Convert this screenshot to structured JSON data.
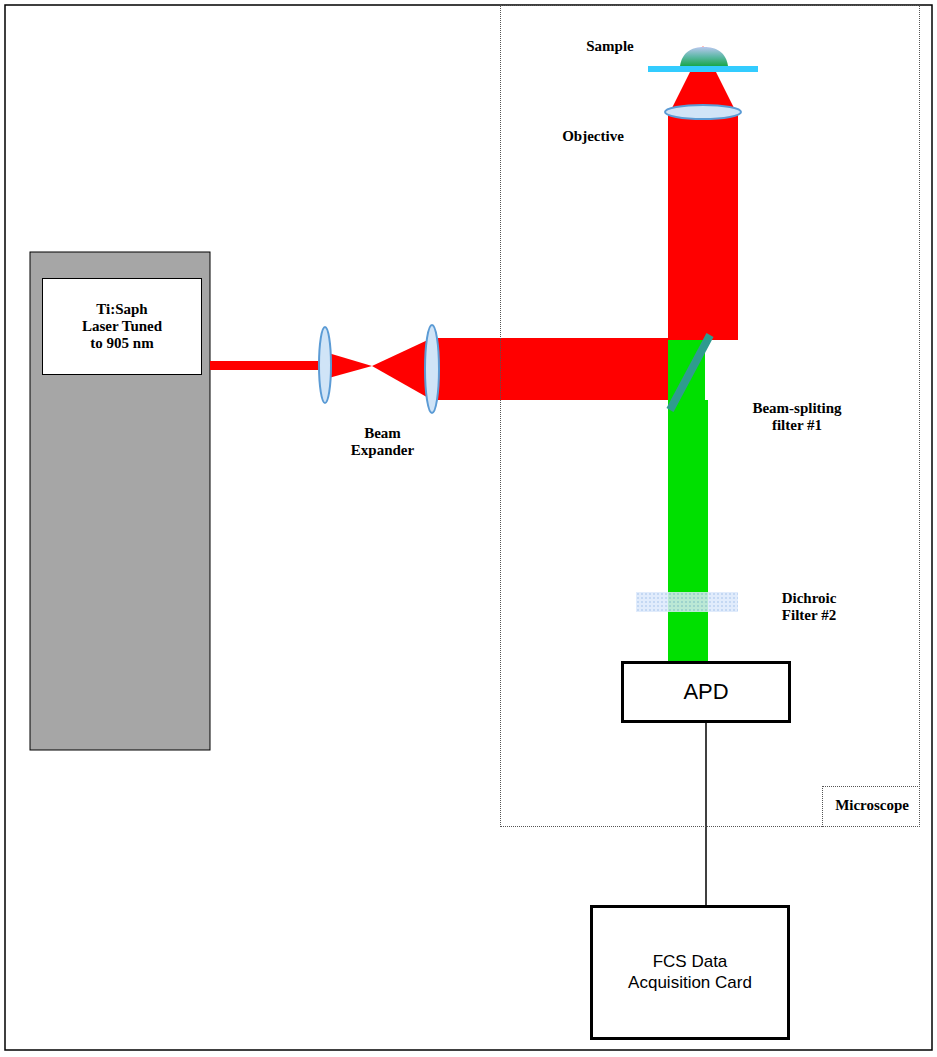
{
  "diagram": {
    "nodes": [
      {
        "text": [
          "Ti:Saph Laser Tuned to 905 nm"
        ]
      },
      {
        "text": [
          "Microscope"
        ]
      },
      {
        "text": [
          "APD"
        ],
        "in": 1
      },
      {
        "text": [
          "FCS Data Acquisition Card"
        ]
      }
    ],
    "edges": [
      {
        "from": 2,
        "to": 3,
        "arrow": "none"
      }
    ],
    "labels": [
      "Sample",
      "Objective",
      "Beam Expander",
      "Beam-spliting filter #1",
      "Dichroic Filter #2"
    ]
  }
}
